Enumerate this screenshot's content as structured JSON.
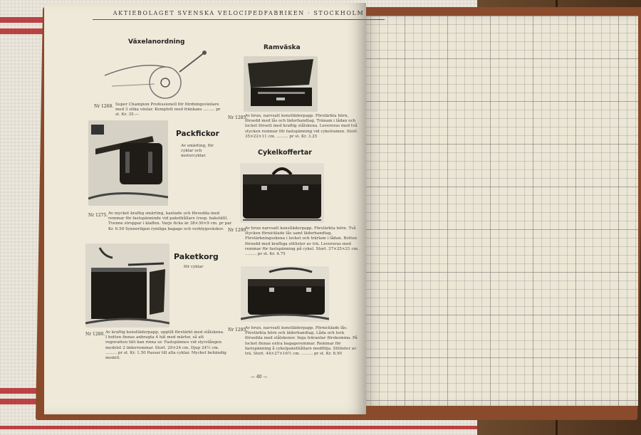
{
  "header": "AKTIEBOLAGET SVENSKA VELOCIPEDFABRIKEN · STOCKHOLM",
  "sections": {
    "vaxelanordning": {
      "title": "Växelanordning",
      "nr": "Nr 1268.",
      "text": "Super Champion Professionell för fördningsväxlare med 3 olika växlar. Komplett med fränkans ......... pr st. Kr. 35.—"
    },
    "ramvaska": {
      "title": "Ramväska",
      "nr": "Nr 1285.",
      "text": "Av brun, narvsatt konstläderpapp. Förstärkta hörn, försedd med lås och läderhandtag. Tränam i lådan och locket försett med kraftig stålskena. Levereras med två stycken remmar för fastspänning vid cykelramen. Storl. 35×22×11 cm. ......... pr st. Kr. 3.25"
    },
    "packfickor": {
      "title": "Packfickor",
      "subtitle": "Av smärting, för cyklar och motorcyklar.",
      "nr": "Nr 1275.",
      "text": "Av mycket kraftig smärting, kantade och försedda med remmar för fastspänninde vid pakethållare (resp. bakställ). Tvenne stroppar i klaffen. Varje ficka är 38×30×9 cm. pr par Kr. 6.50 Synnerligen rymliga bagage och verktygsväskor."
    },
    "cykelkoffertar": {
      "title": "Cykelkoffertar",
      "nr": "Nr 1290.",
      "text": "Av brun narvsatt konstläderpapp. Förstärkta hörn. Två stycken förnicklade lås samt läderhandtag. Förstärkningsskena i locket och trärlam i lådan. Botten försedd med kraftiga slitlister av trä. Levereras med remmar för fastspänning på cykel. Storl. 37×25×21 cm. ......... pr st. Kr. 4.75"
    },
    "paketkorg": {
      "title": "Paketkorg",
      "subtitle": "för cyklar",
      "nr": "Nr 1280.",
      "text": "Av kraftig konstläderpapp, upptill förstärkt med stålskena. I botten finnas anbragta 4 häl med märlor, så att regnvatten lätt kan rinna ur. Fastspännes vid styrstången medelst 2 läderremmar. Storl. 29×24 cm. Djup 24½ cm. ......... pr st. Kr. 1.50 Passar till alla cyklar. Mycket behändig modell."
    },
    "koffert2": {
      "nr": "Nr 1295.",
      "text": "Av brun, narvsatt konstläderpapp. Förnicklade lås. Förstärkta hörn och läderhandtag. Låda och lock försedda med stålskenor. Inga trärantar förekomma. På locket finnas extra bagageremmar. Remmar för fastspänning å cykelpakethållare medfölja. Slitlister av trä. Storl. 44×27×16½ cm. ......... pr st. Kr. 8.50"
    }
  },
  "page_number": "— 40 —"
}
